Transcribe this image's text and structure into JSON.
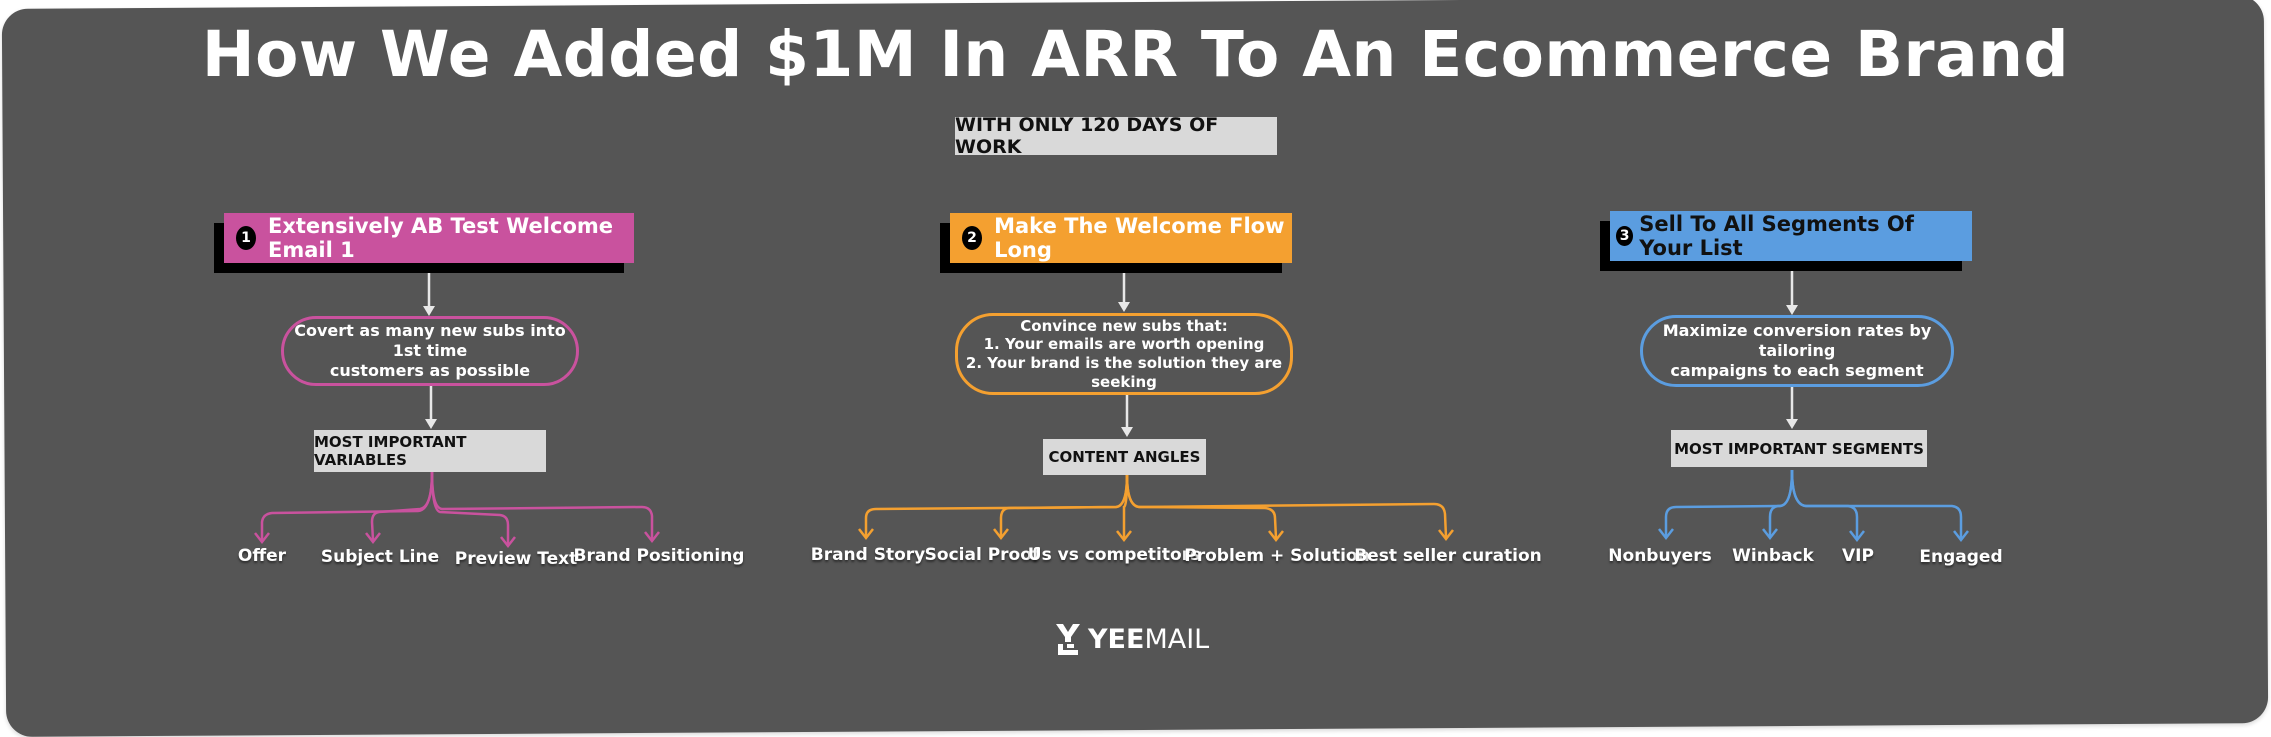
{
  "title": "How We Added $1M In ARR To An Ecommerce Brand",
  "subtitle": "WITH ONLY 120 DAYS OF WORK",
  "colors": {
    "background": "#555555",
    "magenta": "#c9529e",
    "orange": "#f4a030",
    "blue": "#5b9de0",
    "tag": "#d9d9d9"
  },
  "columns": [
    {
      "number": "1",
      "heading": "Extensively AB Test Welcome Email 1",
      "goal_lines": [
        "Covert as many new subs into 1st time",
        "customers as possible"
      ],
      "tag": "MOST IMPORTANT VARIABLES",
      "leaves": [
        "Offer",
        "Subject Line",
        "Preview Text",
        "Brand Positioning"
      ]
    },
    {
      "number": "2",
      "heading": "Make The Welcome Flow Long",
      "goal_lines": [
        "Convince new subs that:",
        "1.  Your emails are worth opening",
        "2.  Your brand is the solution they are seeking"
      ],
      "tag": "CONTENT ANGLES",
      "leaves": [
        "Brand Story",
        "Social Proof",
        "Us vs competitors",
        "Problem + Solution",
        "Best seller curation"
      ]
    },
    {
      "number": "3",
      "heading": "Sell To All Segments Of Your List",
      "goal_lines": [
        "Maximize conversion rates by tailoring",
        "campaigns to each segment"
      ],
      "tag": "MOST IMPORTANT SEGMENTS",
      "leaves": [
        "Nonbuyers",
        "Winback",
        "VIP",
        "Engaged"
      ]
    }
  ],
  "logo": {
    "bold": "YEE",
    "light": "MAIL",
    "icon": "yeemail-logo-icon"
  }
}
